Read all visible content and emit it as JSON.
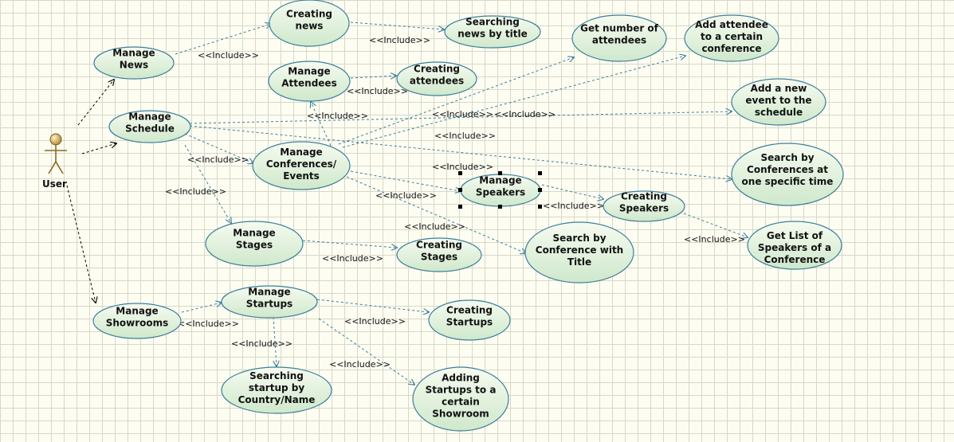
{
  "actor": {
    "name": "User"
  },
  "relationship_label": "<<Include>>",
  "use_cases": [
    {
      "id": "manage-news",
      "lines": [
        "Manage",
        "News"
      ]
    },
    {
      "id": "creating-news",
      "lines": [
        "Creating",
        "news"
      ]
    },
    {
      "id": "searching-news",
      "lines": [
        "Searching",
        "news by title"
      ]
    },
    {
      "id": "manage-attendees",
      "lines": [
        "Manage",
        "Attendees"
      ]
    },
    {
      "id": "creating-attendees",
      "lines": [
        "Creating",
        "attendees"
      ]
    },
    {
      "id": "get-number-attendees",
      "lines": [
        "Get number of",
        "attendees"
      ]
    },
    {
      "id": "add-attendee-conference",
      "lines": [
        "Add attendee",
        "to a certain",
        "conference"
      ]
    },
    {
      "id": "add-new-event",
      "lines": [
        "Add a new",
        "event to the",
        "schedule"
      ]
    },
    {
      "id": "manage-schedule",
      "lines": [
        "Manage",
        "Schedule"
      ]
    },
    {
      "id": "manage-conferences",
      "lines": [
        "Manage",
        "Conferences/",
        "Events"
      ]
    },
    {
      "id": "search-conferences-time",
      "lines": [
        "Search by",
        "Conferences at",
        "one specific time"
      ]
    },
    {
      "id": "manage-speakers",
      "lines": [
        "Manage",
        "Speakers"
      ]
    },
    {
      "id": "creating-speakers",
      "lines": [
        "Creating",
        "Speakers"
      ]
    },
    {
      "id": "get-list-speakers",
      "lines": [
        "Get List of",
        "Speakers of a",
        "Conference"
      ]
    },
    {
      "id": "search-conference-title",
      "lines": [
        "Search by",
        "Conference with",
        "Title"
      ]
    },
    {
      "id": "manage-stages",
      "lines": [
        "Manage",
        "Stages"
      ]
    },
    {
      "id": "creating-stages",
      "lines": [
        "Creating",
        "Stages"
      ]
    },
    {
      "id": "manage-showrooms",
      "lines": [
        "Manage",
        "Showrooms"
      ]
    },
    {
      "id": "manage-startups",
      "lines": [
        "Manage",
        "Startups"
      ]
    },
    {
      "id": "creating-startups",
      "lines": [
        "Creating",
        "Startups"
      ]
    },
    {
      "id": "searching-startup",
      "lines": [
        "Searching",
        "startup by",
        "Country/Name"
      ]
    },
    {
      "id": "adding-startups-showroom",
      "lines": [
        "Adding",
        "Startups to a",
        "certain",
        "Showroom"
      ]
    }
  ],
  "includes": [
    {
      "from": "manage-news",
      "to": "creating-news"
    },
    {
      "from": "creating-news",
      "to": "searching-news"
    },
    {
      "from": "manage-attendees",
      "to": "creating-attendees"
    },
    {
      "from": "manage-schedule",
      "to": "manage-conferences"
    },
    {
      "from": "manage-schedule",
      "to": "manage-stages"
    },
    {
      "from": "manage-schedule",
      "to": "add-new-event"
    },
    {
      "from": "manage-schedule",
      "to": "search-conferences-time"
    },
    {
      "from": "manage-conferences",
      "to": "manage-attendees"
    },
    {
      "from": "manage-conferences",
      "to": "get-number-attendees"
    },
    {
      "from": "manage-conferences",
      "to": "add-attendee-conference"
    },
    {
      "from": "manage-conferences",
      "to": "manage-speakers"
    },
    {
      "from": "manage-conferences",
      "to": "search-conference-title"
    },
    {
      "from": "manage-speakers",
      "to": "creating-speakers"
    },
    {
      "from": "creating-speakers",
      "to": "get-list-speakers"
    },
    {
      "from": "manage-stages",
      "to": "creating-stages"
    },
    {
      "from": "manage-showrooms",
      "to": "manage-startups"
    },
    {
      "from": "manage-startups",
      "to": "creating-startups"
    },
    {
      "from": "manage-startups",
      "to": "searching-startup"
    },
    {
      "from": "manage-startups",
      "to": "adding-startups-showroom"
    }
  ],
  "associations": [
    {
      "from": "user",
      "to": "manage-news"
    },
    {
      "from": "user",
      "to": "manage-schedule"
    },
    {
      "from": "user",
      "to": "manage-showrooms"
    }
  ],
  "selected": "manage-speakers",
  "colors": {
    "ellipse_fill_top": "#f6fbf0",
    "ellipse_fill_bottom": "#cfe8cc",
    "ellipse_stroke": "#3c7f9a",
    "include_line": "#3c7f9a",
    "association_line": "#000000",
    "actor_fill": "#d4b15a"
  }
}
